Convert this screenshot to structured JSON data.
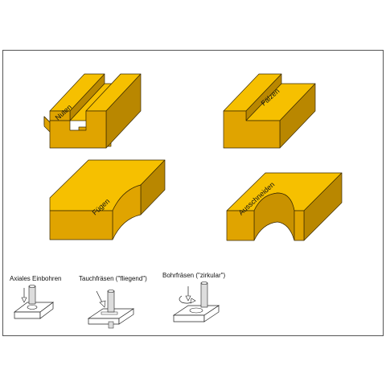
{
  "colors": {
    "top": "#F6C000",
    "front": "#E0A400",
    "side": "#B98700",
    "edge": "#3a2a00",
    "frame": "#555555"
  },
  "blocks": [
    {
      "label": "Nuten"
    },
    {
      "label": "Fälzen"
    },
    {
      "label": "Fügen"
    },
    {
      "label": "Ausschneiden"
    }
  ],
  "modes": [
    {
      "label": "Axiales Einbohren"
    },
    {
      "label": "Tauchfräsen (\"fliegend\")"
    },
    {
      "label": "Bohrfräsen (\"zirkular\")"
    }
  ]
}
